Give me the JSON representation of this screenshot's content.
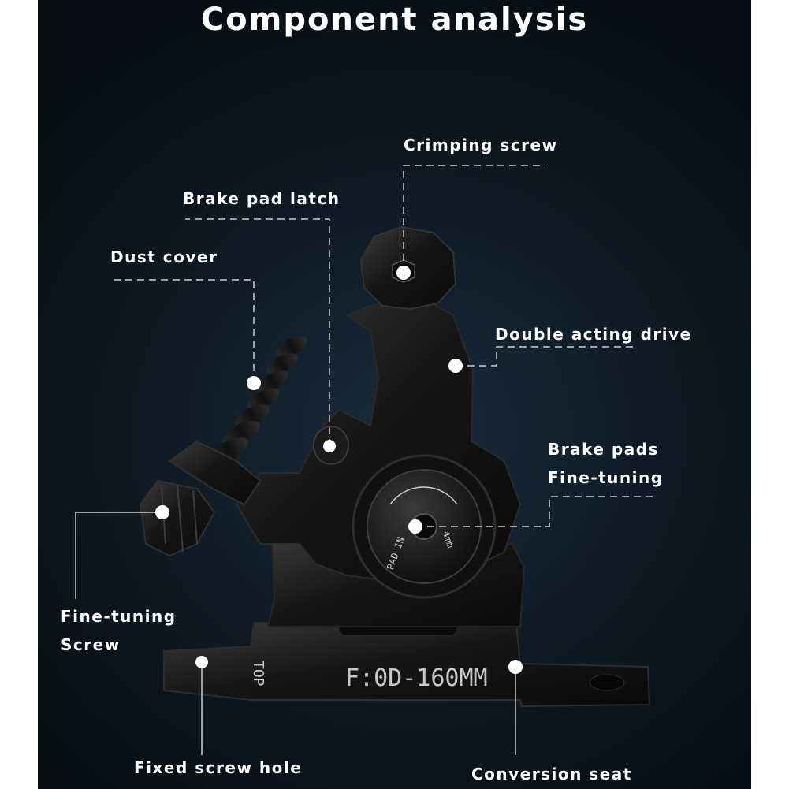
{
  "title": "Component analysis",
  "labels": {
    "crimping_screw": "Crimping screw",
    "brake_pad_latch": "Brake pad latch",
    "dust_cover": "Dust cover",
    "double_acting_drive": "Double acting drive",
    "brake_pads_line1": "Brake pads",
    "brake_pads_line2": "Fine-tuning",
    "fine_tuning_line1": "Fine-tuning",
    "fine_tuning_line2": "Screw",
    "fixed_screw_hole": "Fixed screw hole",
    "conversion_seat": "Conversion seat"
  },
  "engraving": {
    "mount_top": "TOP",
    "mount_spec": "F:0D-160MM",
    "dial_left": "PAD IN",
    "dial_right": "4mm"
  },
  "colors": {
    "panel_bg": "#0f1c28",
    "metal": "#141414",
    "metal_highlight": "#3a3a3a",
    "leader_line": "#d0d0d0",
    "dot": "#ffffff",
    "text": "#ffffff"
  }
}
